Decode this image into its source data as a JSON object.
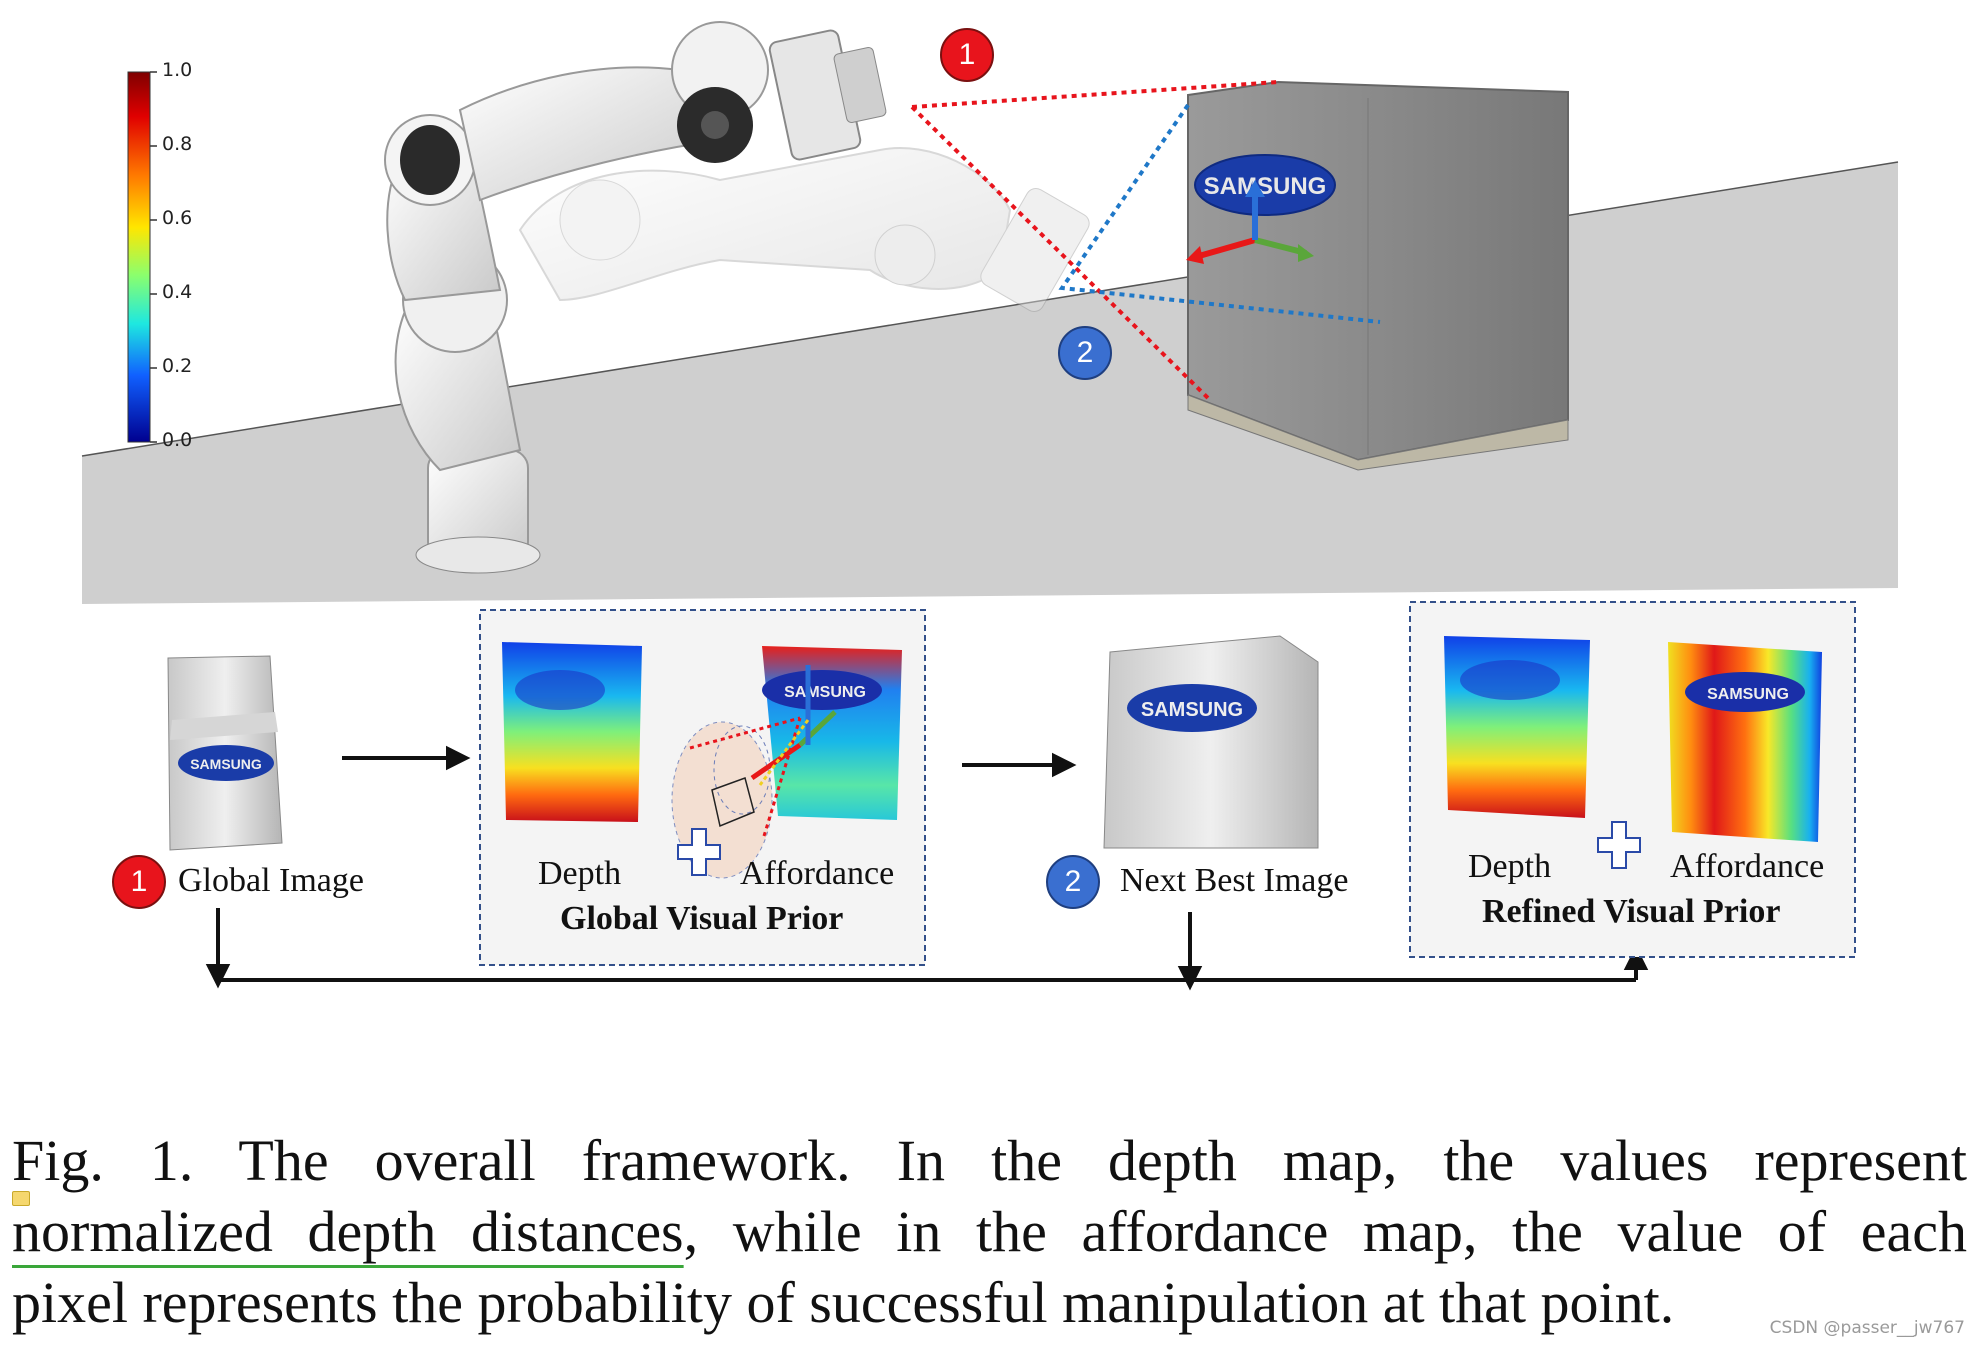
{
  "colorbar": {
    "ticks": [
      "1.0",
      "0.8",
      "0.6",
      "0.4",
      "0.2",
      "0.0"
    ],
    "colormap": [
      "#7f0000",
      "#ff2a00",
      "#ffcc00",
      "#7fff7f",
      "#00c8ff",
      "#0040ff",
      "#00008f"
    ]
  },
  "markers": {
    "one": "1",
    "two": "2"
  },
  "logo_text": "SAMSUNG",
  "pipeline": {
    "global_image_label": "Global Image",
    "global_prior": {
      "depth_label": "Depth",
      "affordance_label": "Affordance",
      "title": "Global Visual Prior"
    },
    "next_best_image_label": "Next Best Image",
    "refined_prior": {
      "depth_label": "Depth",
      "affordance_label": "Affordance",
      "title": "Refined Visual Prior"
    }
  },
  "caption": {
    "line1": "Fig. 1.    The overall framework. In the depth map, the values represent",
    "line2_underlined": "normalized depth distances",
    "line2_rest": ", while in the affordance map, the value of each",
    "line3": "pixel represents the probability of successful manipulation at that point."
  },
  "watermark": "CSDN @passer__jw767",
  "colors": {
    "marker_red": "#e8141c",
    "marker_blue": "#3a6fd0",
    "dotted_red": "#e8141c",
    "dotted_blue": "#1f78c8",
    "underline_green": "#3aa63a"
  }
}
